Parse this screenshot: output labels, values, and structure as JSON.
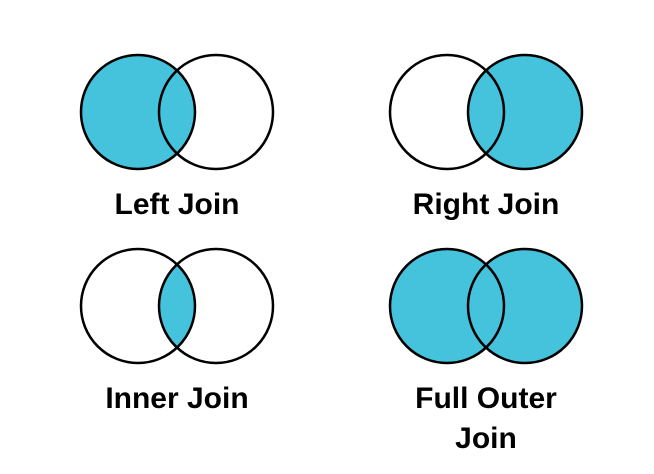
{
  "page": {
    "background": "#ffffff"
  },
  "colors": {
    "shaded_fill": "#45C2DC",
    "unshaded_fill": "#ffffff",
    "circle_stroke": "#000000",
    "label_text": "#000000"
  },
  "diagrams": [
    {
      "id": "left-join",
      "label": "Left Join",
      "shaded_region": "left"
    },
    {
      "id": "right-join",
      "label": "Right Join",
      "shaded_region": "right"
    },
    {
      "id": "inner-join",
      "label": "Inner Join",
      "shaded_region": "intersection"
    },
    {
      "id": "full-outer-join",
      "label": "Full Outer Join",
      "shaded_region": "both"
    }
  ]
}
